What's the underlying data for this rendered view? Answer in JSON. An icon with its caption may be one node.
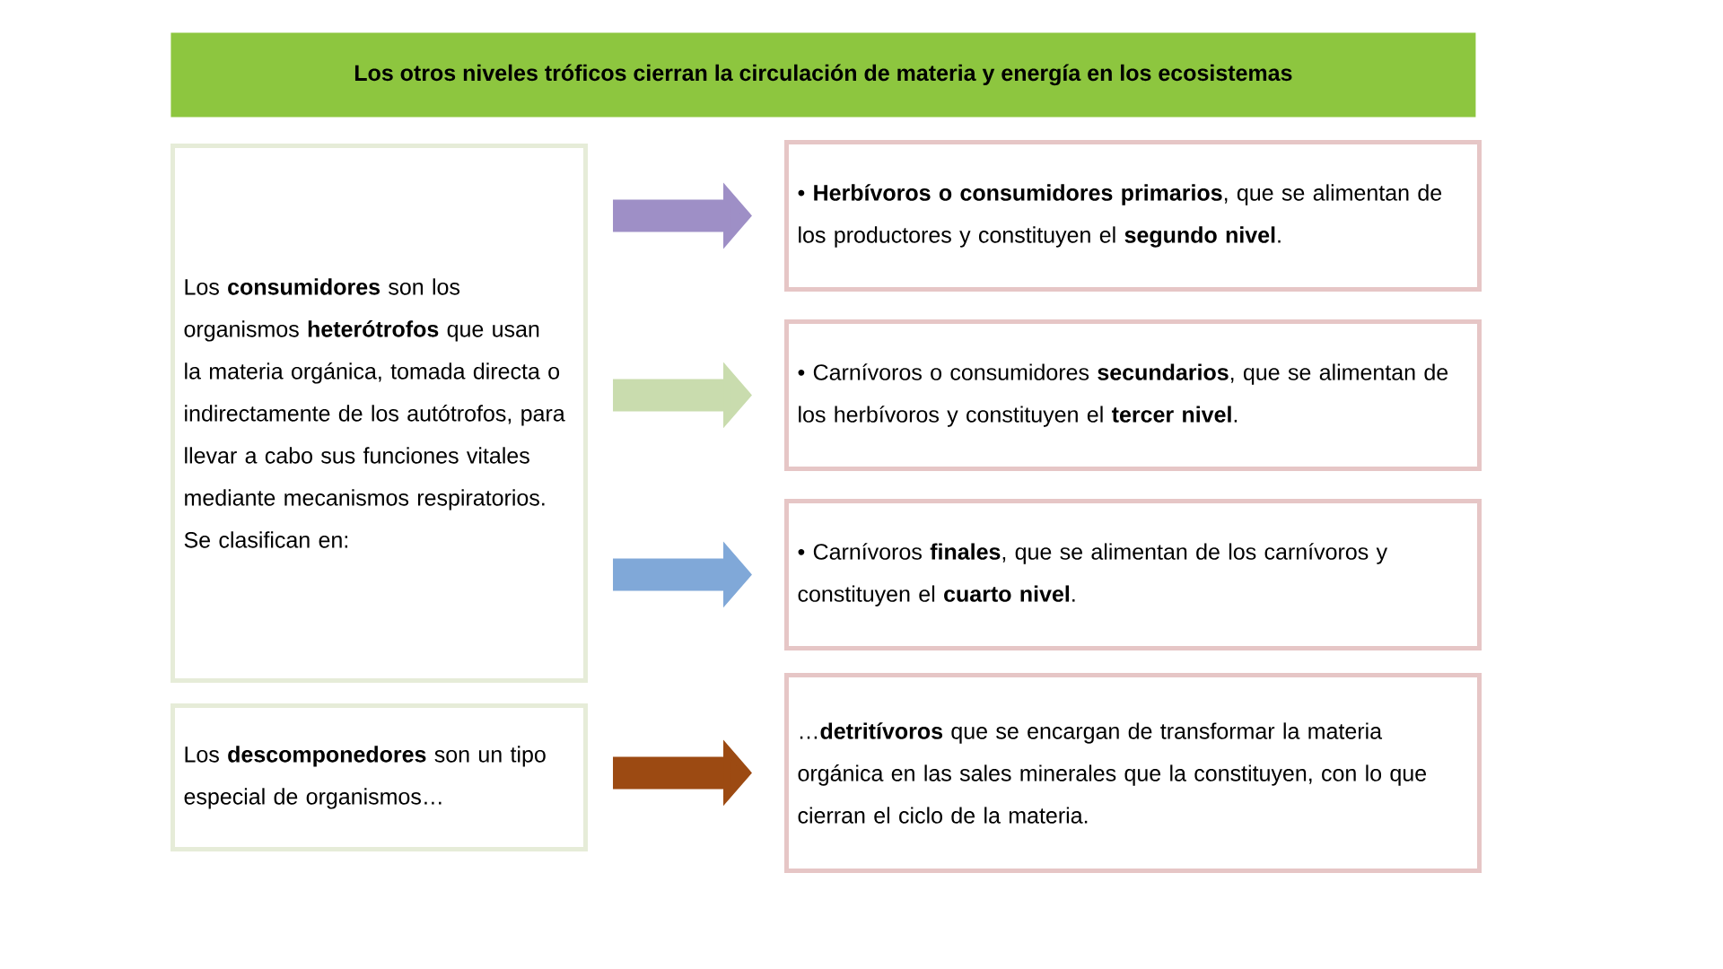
{
  "diagram": {
    "title": "Los otros niveles tróficos cierran la circulación de materia y energía en los ecosistemas",
    "nodes": [
      {
        "text": [
          "Los **consumidores** son los organismos **heterótrofos** que usan la materia orgánica, tomada directa o indirectamente de los autótrofos, para llevar a cabo sus funciones vitales mediante mecanismos respiratorios.",
          "Se clasifican en:"
        ]
      },
      {
        "text": [
          "Los **descomponedores** son un tipo especial de organismos…"
        ]
      },
      {
        "text": [
          "• **Herbívoros o consumidores primarios**, que se alimentan de los productores y constituyen el **segundo nivel**."
        ]
      },
      {
        "text": [
          "• Carnívoros o consumidores **secundarios**, que se alimentan de los herbívoros y constituyen el **tercer nivel**."
        ]
      },
      {
        "text": [
          "• Carnívoros **finales**, que se alimentan de los carnívoros y constituyen el **cuarto nivel**."
        ]
      },
      {
        "text": [
          "…**detritívoros** que se encargan de transformar la materia orgánica en las sales minerales que la constituyen, con lo que cierran el ciclo de la materia."
        ]
      }
    ],
    "edges": [
      {
        "from": 0,
        "to": 2,
        "arrow": "to",
        "color": "#9e8fc6"
      },
      {
        "from": 0,
        "to": 3,
        "arrow": "to",
        "color": "#c9dcae"
      },
      {
        "from": 0,
        "to": 4,
        "arrow": "to",
        "color": "#80a8d8"
      },
      {
        "from": 1,
        "to": 5,
        "arrow": "to",
        "color": "#9c4a12"
      }
    ]
  }
}
